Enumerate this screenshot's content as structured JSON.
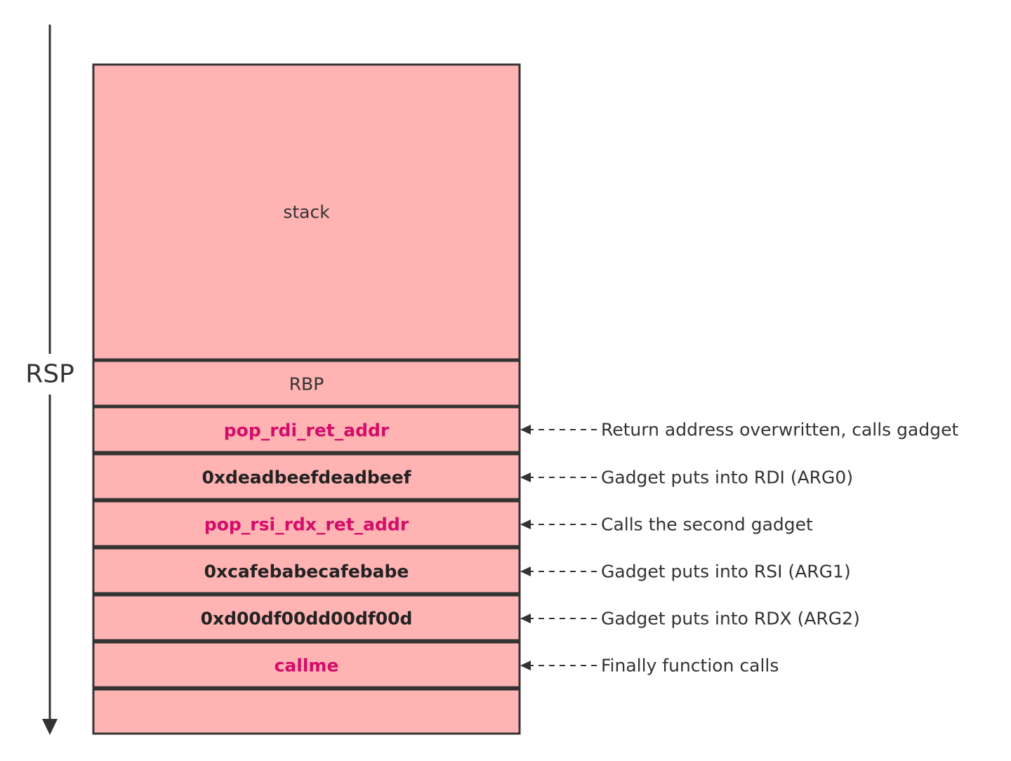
{
  "axis": {
    "label": "RSP"
  },
  "stack": {
    "cells": [
      {
        "label": "stack",
        "style": "plain"
      },
      {
        "label": "RBP",
        "style": "plain"
      },
      {
        "label": "pop_rdi_ret_addr",
        "style": "accent",
        "note": "Return address overwritten, calls gadget"
      },
      {
        "label": "0xdeadbeefdeadbeef",
        "style": "bold",
        "note": "Gadget puts into RDI (ARG0)"
      },
      {
        "label": "pop_rsi_rdx_ret_addr",
        "style": "accent",
        "note": "Calls the second gadget"
      },
      {
        "label": "0xcafebabecafebabe",
        "style": "bold",
        "note": "Gadget puts into RSI (ARG1)"
      },
      {
        "label": "0xd00df00dd00df00d",
        "style": "bold",
        "note": "Gadget puts into RDX (ARG2)"
      },
      {
        "label": "callme",
        "style": "accent",
        "note": "Finally function calls"
      },
      {
        "label": "",
        "style": "plain"
      }
    ]
  },
  "colors": {
    "cell_fill": "#ffb3b3",
    "cell_border": "#333333",
    "accent_text": "#d40c6a",
    "arrow": "#333333"
  }
}
